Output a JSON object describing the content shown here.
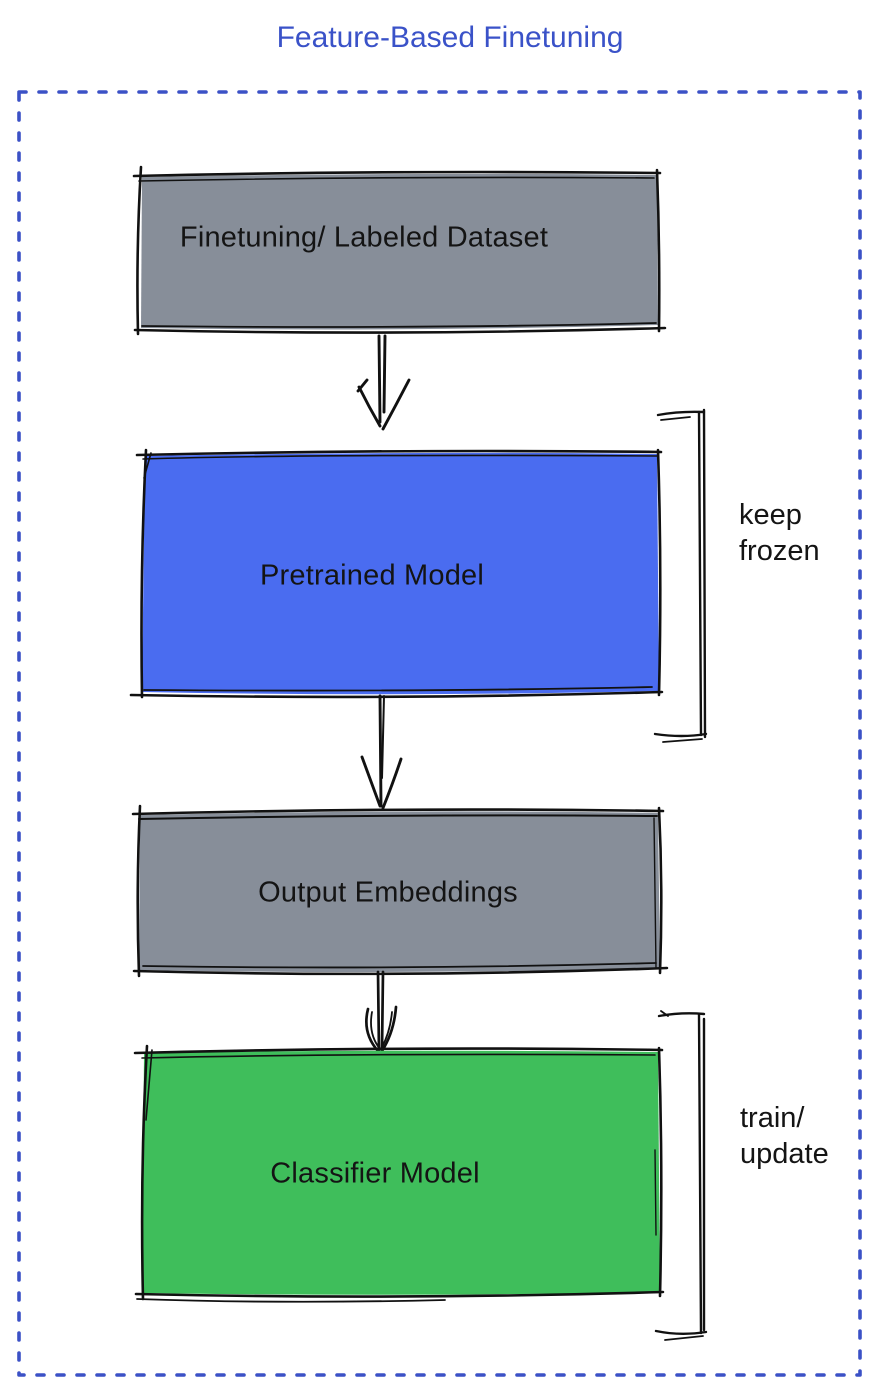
{
  "title": "Feature-Based Finetuning",
  "nodes": {
    "dataset": {
      "label": "Finetuning/ Labeled Dataset",
      "fill": "#878E99"
    },
    "pretrained": {
      "label": "Pretrained Model",
      "fill": "#4A6CF0"
    },
    "embeddings": {
      "label": "Output Embeddings",
      "fill": "#878E99"
    },
    "classifier": {
      "label": "Classifier Model",
      "fill": "#3FBE5B"
    }
  },
  "annotations": {
    "keep_frozen": {
      "line1": "keep",
      "line2": "frozen"
    },
    "train_update": {
      "line1": "train/",
      "line2": "update"
    }
  },
  "colors": {
    "title_text": "#3A52C8",
    "dotted_border": "#3B51C6",
    "sketch_stroke": "#111111",
    "label_text": "#141414"
  }
}
